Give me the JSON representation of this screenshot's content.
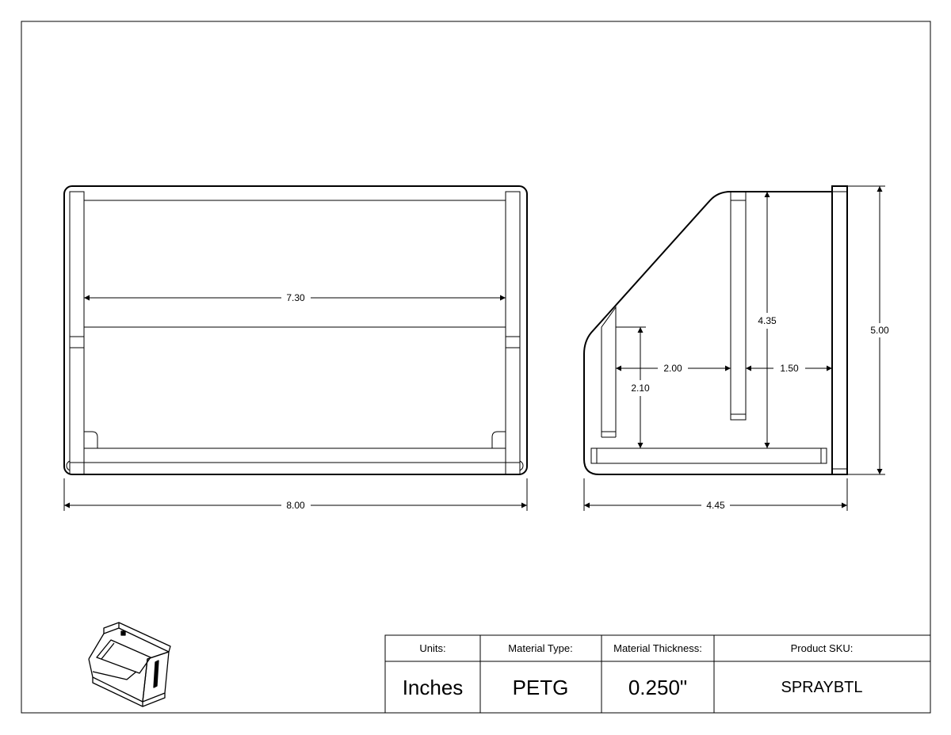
{
  "dimensions": {
    "front_inner_width": "7.30",
    "front_overall_width": "8.00",
    "side_depth": "4.45",
    "side_height": "5.00",
    "divider_height": "4.35",
    "front_wall_height": "2.10",
    "front_to_divider": "2.00",
    "divider_to_back": "1.50"
  },
  "title_block": {
    "units_label": "Units:",
    "units_value": "Inches",
    "material_label": "Material Type:",
    "material_value": "PETG",
    "thickness_label": "Material Thickness:",
    "thickness_value": "0.250\"",
    "sku_label": "Product SKU:",
    "sku_value": "SPRAYBTL"
  }
}
